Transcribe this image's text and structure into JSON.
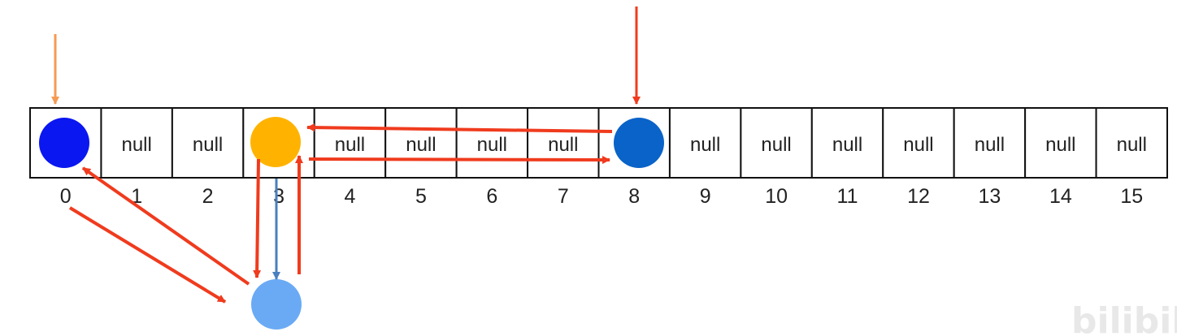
{
  "array": {
    "cells": [
      {
        "index": "0",
        "value": "",
        "node": "blue"
      },
      {
        "index": "1",
        "value": "null"
      },
      {
        "index": "2",
        "value": "null"
      },
      {
        "index": "3",
        "value": "",
        "node": "orange"
      },
      {
        "index": "4",
        "value": "null"
      },
      {
        "index": "5",
        "value": "null"
      },
      {
        "index": "6",
        "value": "null"
      },
      {
        "index": "7",
        "value": "null"
      },
      {
        "index": "8",
        "value": "",
        "node": "dark-blue"
      },
      {
        "index": "9",
        "value": "null"
      },
      {
        "index": "10",
        "value": "null"
      },
      {
        "index": "11",
        "value": "null"
      },
      {
        "index": "12",
        "value": "null"
      },
      {
        "index": "13",
        "value": "null"
      },
      {
        "index": "14",
        "value": "null"
      },
      {
        "index": "15",
        "value": "null"
      }
    ]
  },
  "colors": {
    "node_blue": "#0a17f0",
    "node_orange": "#ffb300",
    "node_dark_blue": "#0a63c8",
    "node_light_blue": "#6aaaf5",
    "arrow_red": "#f03b1e",
    "arrow_orange": "#f59a52",
    "arrow_steel_blue": "#4a7fc0",
    "cell_border": "#111111"
  },
  "watermark": {
    "text": "bilibili"
  }
}
